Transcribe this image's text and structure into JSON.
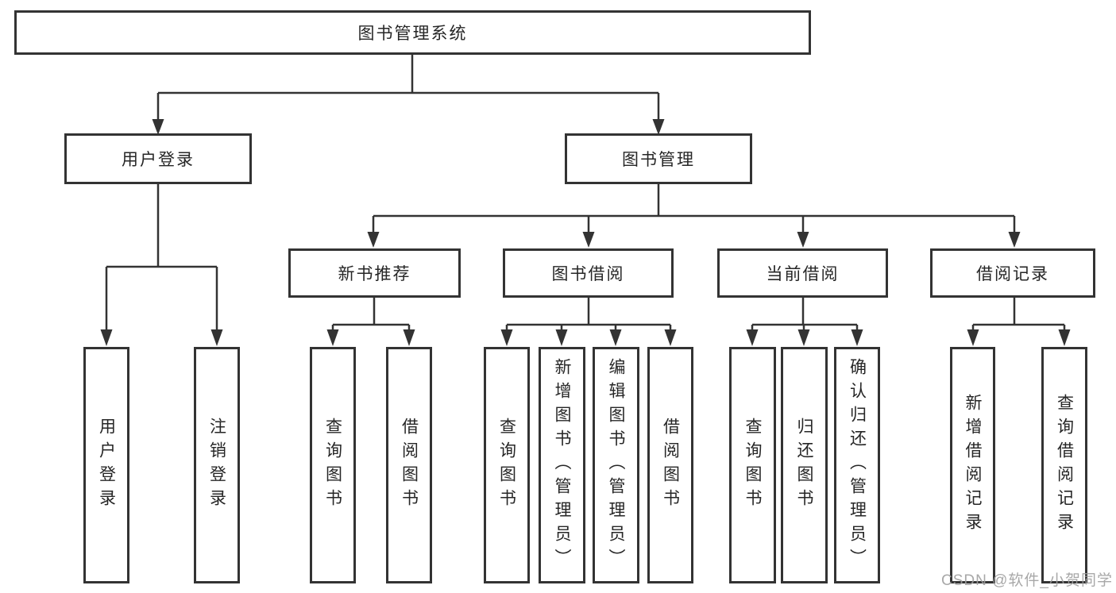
{
  "diagram": {
    "type": "hierarchy-tree",
    "colors": {
      "line": "#333333",
      "box_border": "#333333",
      "box_fill": "#ffffff",
      "text": "#262626",
      "watermark": "#9e9e9e",
      "background": "#ffffff"
    }
  },
  "tree": {
    "label": "图书管理系统",
    "children": [
      {
        "label": "用户登录",
        "children": [
          {
            "label": "用户登录"
          },
          {
            "label": "注销登录"
          }
        ]
      },
      {
        "label": "图书管理",
        "children": [
          {
            "label": "新书推荐",
            "children": [
              {
                "label": "查询图书"
              },
              {
                "label": "借阅图书"
              }
            ]
          },
          {
            "label": "图书借阅",
            "children": [
              {
                "label": "查询图书"
              },
              {
                "label": "新增图书（管理员）"
              },
              {
                "label": "编辑图书（管理员）"
              },
              {
                "label": "借阅图书"
              }
            ]
          },
          {
            "label": "当前借阅",
            "children": [
              {
                "label": "查询图书"
              },
              {
                "label": "归还图书"
              },
              {
                "label": "确认归还（管理员）"
              }
            ]
          },
          {
            "label": "借阅记录",
            "children": [
              {
                "label": "新增借阅记录"
              },
              {
                "label": "查询借阅记录"
              }
            ]
          }
        ]
      }
    ]
  },
  "watermark": {
    "text": "CSDN @软件_小贺同学"
  }
}
